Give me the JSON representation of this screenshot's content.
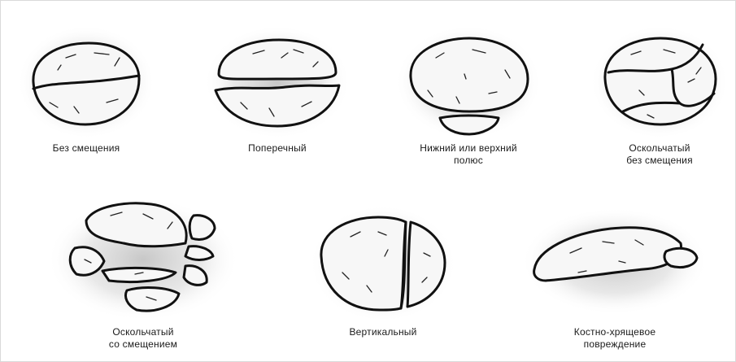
{
  "figures": [
    {
      "id": "no-displacement",
      "caption_lines": [
        "Без смещения"
      ]
    },
    {
      "id": "transverse",
      "caption_lines": [
        "Поперечный"
      ]
    },
    {
      "id": "pole",
      "caption_lines": [
        "Нижний или верхний",
        "полюс"
      ]
    },
    {
      "id": "comminuted-no-displacement",
      "caption_lines": [
        "Оскольчатый",
        "без смещения"
      ]
    },
    {
      "id": "comminuted-displaced",
      "caption_lines": [
        "Оскольчатый",
        "со смещением"
      ]
    },
    {
      "id": "vertical",
      "caption_lines": [
        "Вертикальный"
      ]
    },
    {
      "id": "osteochondral",
      "caption_lines": [
        "Костно-хрящевое",
        "повреждение"
      ]
    }
  ]
}
